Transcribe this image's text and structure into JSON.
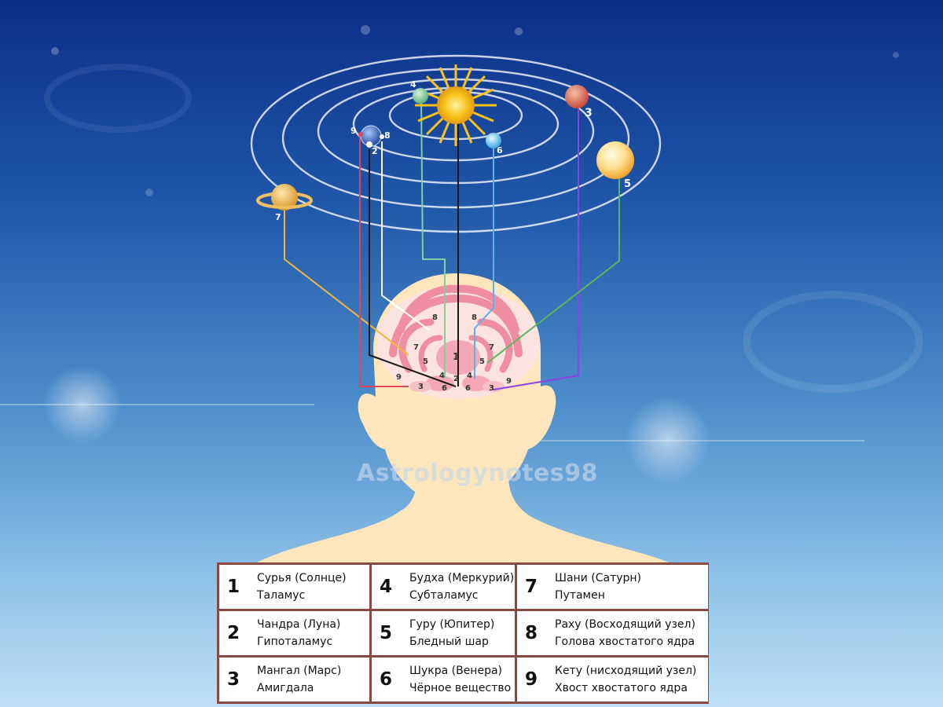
{
  "watermark": "Astrologynotes98",
  "planet_labels": {
    "sun": "",
    "moon": "2",
    "mars": "3",
    "mercury": "4",
    "jupiter": "5",
    "venus": "6",
    "saturn": "7",
    "rahu": "8",
    "ketu": "9"
  },
  "brain_labels": [
    "8",
    "8",
    "7",
    "7",
    "5",
    "5",
    "1",
    "4",
    "4",
    "2",
    "6",
    "6",
    "3",
    "3",
    "9",
    "9"
  ],
  "legend": [
    {
      "num": "1",
      "name": "Сурья (Солнце)",
      "part": "Таламус"
    },
    {
      "num": "4",
      "name": "Будха (Меркурий)",
      "part": "Субталамус"
    },
    {
      "num": "7",
      "name": "Шани (Сатурн)",
      "part": "Путамен"
    },
    {
      "num": "2",
      "name": "Чандра (Луна)",
      "part": "Гипоталамус"
    },
    {
      "num": "5",
      "name": "Гуру (Юпитер)",
      "part": "Бледный шар"
    },
    {
      "num": "8",
      "name": "Раху (Восходящий узел)",
      "part": "Голова хвостатого ядра"
    },
    {
      "num": "3",
      "name": "Мангал (Марс)",
      "part": "Амигдала"
    },
    {
      "num": "6",
      "name": "Шукра (Венера)",
      "part": "Чёрное вещество"
    },
    {
      "num": "9",
      "name": "Кету (нисходящий узел)",
      "part": "Хвост хвостатого ядра"
    }
  ],
  "colors": {
    "sun": "#f7c21b",
    "mars": "#d9534f",
    "jupiter": "#f5b63c",
    "saturn": "#e8b04a",
    "mercury": "#7fcf96",
    "venus": "#6cc7ef",
    "moon": "#3a6fc4",
    "table_border": "#8a4a44"
  }
}
